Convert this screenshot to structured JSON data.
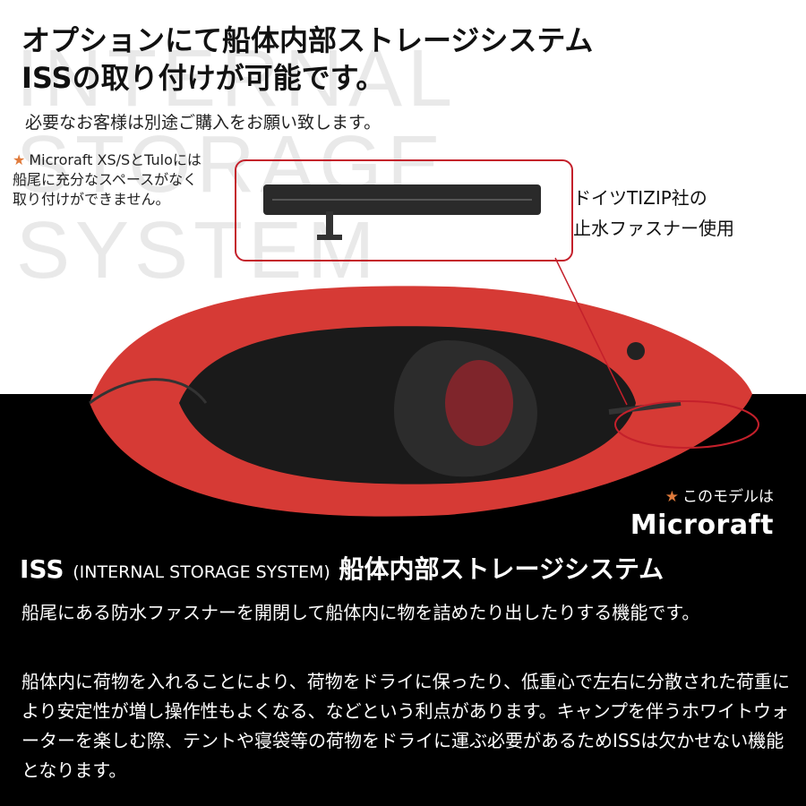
{
  "header": {
    "title_line1": "オプションにて船体内部ストレージシステム",
    "title_line2": "ISSの取り付けが可能です。",
    "subtitle": "必要なお客様は別途ご購入をお願い致します。"
  },
  "watermark": {
    "text": "INTERNAL\nSTORAGE\nSYSTEM"
  },
  "compat_note": {
    "star": "★",
    "text": "Microraft XS/SとTuloには船尾に充分なスペースがなく取り付けができません。"
  },
  "zipper_label": {
    "line1": "ドイツTIZIP社の",
    "line2": "止水ファスナー使用"
  },
  "model_note": {
    "star": "★",
    "label": "このモデルは",
    "model": "Microraft"
  },
  "iss": {
    "heading_iss": "ISS",
    "heading_paren": "(INTERNAL STORAGE SYSTEM)",
    "heading_jp": "船体内部ストレージシステム",
    "para1": "船尾にある防水ファスナーを開閉して船体内に物を詰めたり出したりする機能です。",
    "para2": "船体内に荷物を入れることにより、荷物をドライに保ったり、低重心で左右に分散された荷重により安定性が増し操作性もよくなる、などという利点があります。キャンプを伴うホワイトウォーターを楽しむ際、テントや寝袋等の荷物をドライに運ぶ必要があるためISSは欠かせない機能となります。"
  },
  "colors": {
    "accent_red": "#c4202b",
    "star_orange": "#e07b3c",
    "raft_red": "#d63a35"
  }
}
